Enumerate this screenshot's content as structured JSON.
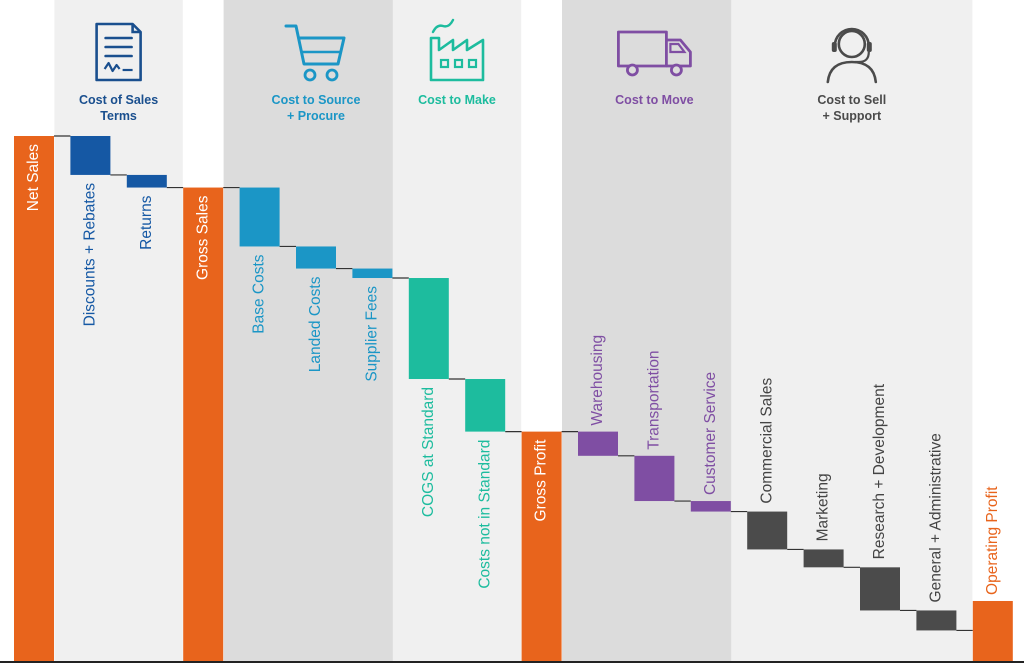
{
  "colors": {
    "orange": "#e8641c",
    "navy": "#1558a4",
    "sky": "#1b96c6",
    "teal": "#1dbc9e",
    "purple": "#7f4ea3",
    "charcoal": "#4b4b4b",
    "band_light": "#f0f0f0",
    "band_dark": "#dcdcdc",
    "connector": "#333333",
    "axis": "#222222"
  },
  "categories": [
    {
      "id": "sales-terms",
      "title": [
        "Cost of Sales",
        "Terms"
      ],
      "icon": "document-icon",
      "color": "#1a4f8e",
      "shade": "light",
      "bars": [
        1,
        2
      ]
    },
    {
      "id": "source-procure",
      "title": [
        "Cost to Source",
        "+ Procure"
      ],
      "icon": "shopping-cart-icon",
      "color": "#1b96c6",
      "shade": "dark",
      "bars": [
        4,
        5,
        6
      ]
    },
    {
      "id": "make",
      "title": [
        "Cost to Make"
      ],
      "icon": "factory-icon",
      "color": "#1dbc9e",
      "shade": "light",
      "bars": [
        7,
        8
      ]
    },
    {
      "id": "move",
      "title": [
        "Cost to Move"
      ],
      "icon": "truck-icon",
      "color": "#7f4ea3",
      "shade": "dark",
      "bars": [
        10,
        11,
        12
      ]
    },
    {
      "id": "sell-support",
      "title": [
        "Cost to Sell",
        "+ Support"
      ],
      "icon": "headset-agent-icon",
      "color": "#4b4b4b",
      "shade": "light",
      "bars": [
        13,
        14,
        15,
        16
      ]
    }
  ],
  "chart_data": {
    "type": "bar",
    "subtype": "waterfall",
    "ylim": [
      0,
      100
    ],
    "grid": false,
    "legend": "none",
    "bars": [
      {
        "label": "Net Sales",
        "kind": "total",
        "value": 100,
        "color": "#e8641c"
      },
      {
        "label": "Discounts + Rebates",
        "kind": "delta",
        "value": -7.4,
        "color": "#1558a4"
      },
      {
        "label": "Returns",
        "kind": "delta",
        "value": -2.4,
        "color": "#1558a4"
      },
      {
        "label": "Gross Sales",
        "kind": "total",
        "value": 90.2,
        "color": "#e8641c"
      },
      {
        "label": "Base Costs",
        "kind": "delta",
        "value": -11.2,
        "color": "#1b96c6"
      },
      {
        "label": "Landed Costs",
        "kind": "delta",
        "value": -4.2,
        "color": "#1b96c6"
      },
      {
        "label": "Supplier Fees",
        "kind": "delta",
        "value": -1.8,
        "color": "#1b96c6"
      },
      {
        "label": "COGS at Standard",
        "kind": "delta",
        "value": -19.2,
        "color": "#1dbc9e"
      },
      {
        "label": "Costs not in Standard",
        "kind": "delta",
        "value": -10.0,
        "color": "#1dbc9e"
      },
      {
        "label": "Gross Profit",
        "kind": "total",
        "value": 43.8,
        "color": "#e8641c"
      },
      {
        "label": "Warehousing",
        "kind": "delta",
        "value": -4.6,
        "color": "#7f4ea3"
      },
      {
        "label": "Transportation",
        "kind": "delta",
        "value": -8.6,
        "color": "#7f4ea3"
      },
      {
        "label": "Customer Service",
        "kind": "delta",
        "value": -2.0,
        "color": "#7f4ea3"
      },
      {
        "label": "Commercial Sales",
        "kind": "delta",
        "value": -7.2,
        "color": "#4b4b4b"
      },
      {
        "label": "Marketing",
        "kind": "delta",
        "value": -3.4,
        "color": "#4b4b4b"
      },
      {
        "label": "Research + Development",
        "kind": "delta",
        "value": -8.2,
        "color": "#4b4b4b"
      },
      {
        "label": "General + Administrative",
        "kind": "delta",
        "value": -3.8,
        "color": "#4b4b4b"
      },
      {
        "label": "Operating Profit",
        "kind": "total",
        "value": 11.6,
        "color": "#e8641c"
      }
    ]
  }
}
